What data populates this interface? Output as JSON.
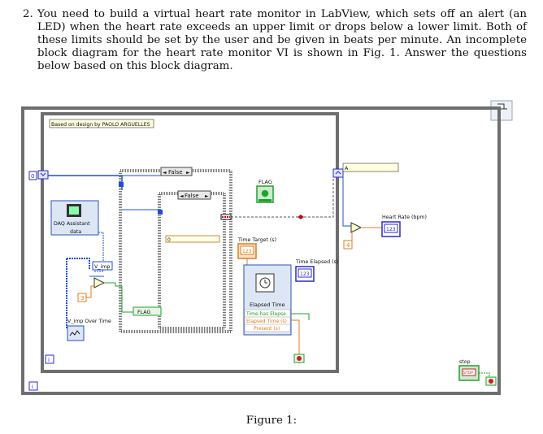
{
  "question": {
    "number": "2.",
    "text": "You need to build a virtual heart rate monitor in LabView, which sets off an alert (an LED) when the heart rate exceeds an upper limit or drops below a lower limit. Both of these limits should be set by the user and be given in beats per minute. An incomplete block diagram for the heart rate monitor VI is shown in Fig. 1. Answer the questions below based on this block diagram."
  },
  "diagram": {
    "design_note": "Based on design by PAOLO ARGUELLES",
    "loop_index": "0",
    "loop_iteration": "i",
    "inner_iteration": "i",
    "case_outer": "False",
    "case_inner": "False",
    "daq_label": "DAQ Assistant",
    "daq_terminal": "data",
    "vimp_label": "V_imp",
    "const_3": "3",
    "vimp_graph_label": "V_imp Over Time",
    "flag_label": "FLAG",
    "flag_local": "FLAG",
    "time_target_label": "Time Target (s)",
    "time_target_value": "123",
    "elapsed_label": "Time Elapsed (s)",
    "elapsed_value": "123",
    "elapsed_vi_title": "Elapsed Time",
    "elapsed_vi_rows": [
      "Time has Elapse",
      "Elapsed Time (s)",
      "Present (s)"
    ],
    "array_label": "A",
    "const_4": "4",
    "heart_rate_label": "Heart Rate (bpm)",
    "heart_rate_value": "123",
    "stop_label": "stop",
    "stop_button": "STOP",
    "colors": {
      "loop_border": "#6e6e6e",
      "numeric_orange": "#e27b1c",
      "boolean_green": "#22a02a",
      "dbl_blue": "#1f4fd6",
      "int_blue": "#2b2bcc"
    }
  },
  "caption": "Figure 1:"
}
